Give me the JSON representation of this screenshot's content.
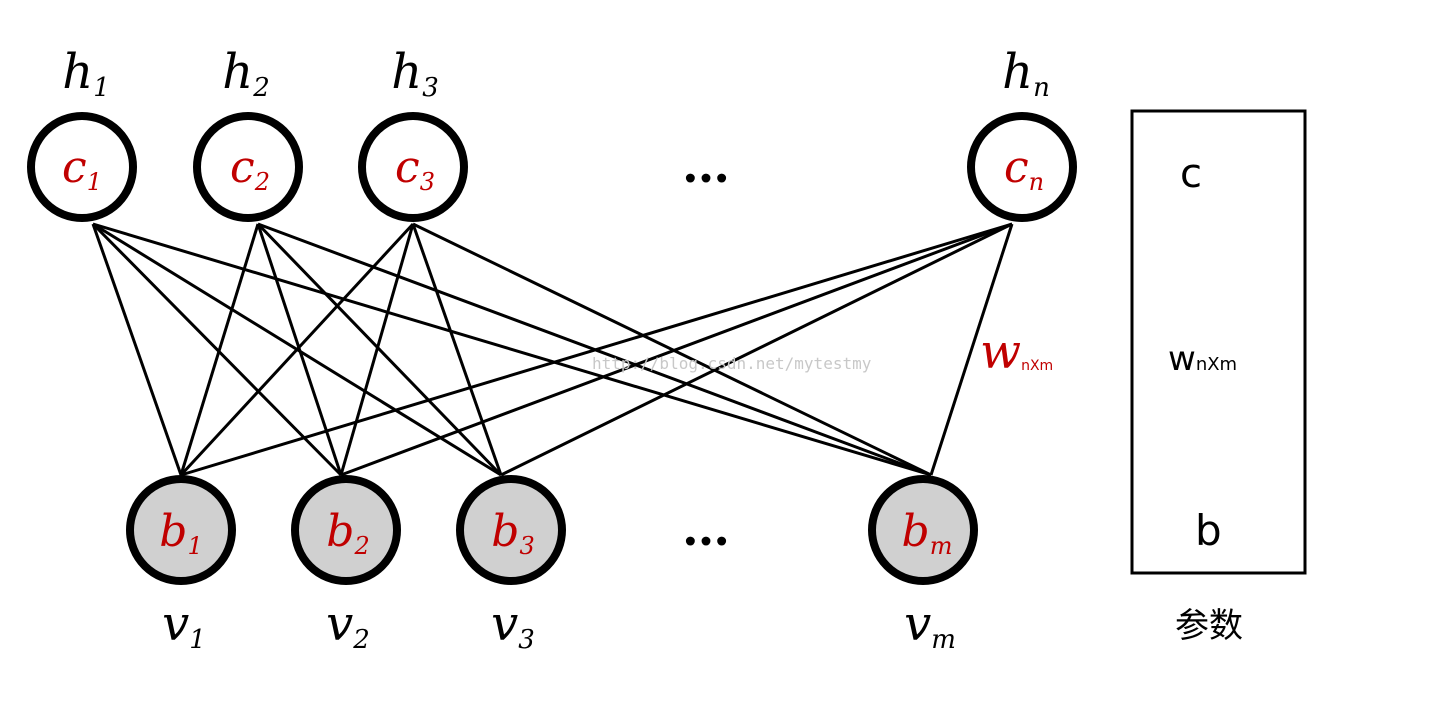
{
  "hidden_layer": {
    "units": [
      {
        "label": "h",
        "sub": "1",
        "bias": "c",
        "bias_sub": "1"
      },
      {
        "label": "h",
        "sub": "2",
        "bias": "c",
        "bias_sub": "2"
      },
      {
        "label": "h",
        "sub": "3",
        "bias": "c",
        "bias_sub": "3"
      },
      {
        "label": "h",
        "sub": "n",
        "bias": "c",
        "bias_sub": "n"
      }
    ],
    "ellipsis": "…"
  },
  "visible_layer": {
    "units": [
      {
        "label": "v",
        "sub": "1",
        "bias": "b",
        "bias_sub": "1"
      },
      {
        "label": "v",
        "sub": "2",
        "bias": "b",
        "bias_sub": "2"
      },
      {
        "label": "v",
        "sub": "3",
        "bias": "b",
        "bias_sub": "3"
      },
      {
        "label": "v",
        "sub": "m",
        "bias": "b",
        "bias_sub": "m"
      }
    ],
    "ellipsis": "…"
  },
  "weight_label": {
    "main": "w",
    "sub": "nXm"
  },
  "watermark": "http://blog.csdn.net/mytestmy",
  "params_box": {
    "items": [
      {
        "main": "c",
        "sub": ""
      },
      {
        "main": "w",
        "sub": "nXm"
      },
      {
        "main": "b",
        "sub": ""
      }
    ],
    "caption": "参数"
  },
  "colors": {
    "bias_text": "#c00000",
    "node_stroke": "#000000",
    "visible_fill": "#d0d0d0",
    "hidden_fill": "#ffffff",
    "edge": "#000000"
  }
}
